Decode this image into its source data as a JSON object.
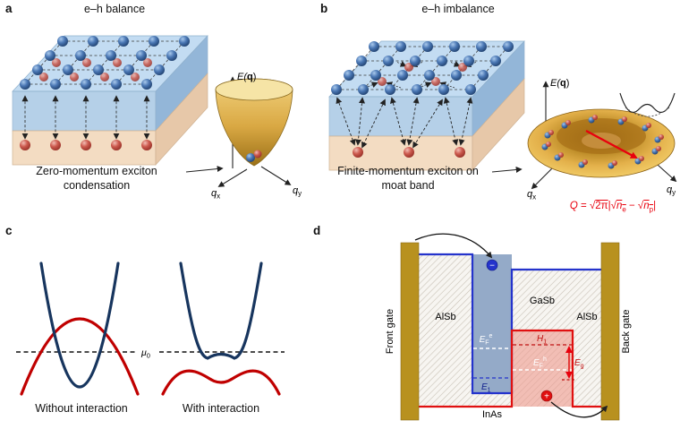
{
  "figure": {
    "panel_a": {
      "label": "a",
      "title": "e–h balance",
      "caption": "Zero-momentum exciton condensation",
      "axis": {
        "E_open": "E(",
        "E_q": "q",
        "E_close": ")",
        "q": "q",
        "x": "x",
        "y": "y"
      }
    },
    "panel_b": {
      "label": "b",
      "title": "e–h imbalance",
      "caption": "Finite-momentum exciton on moat band",
      "axis": {
        "E_open": "E(",
        "E_q": "q",
        "E_close": ")",
        "q": "q",
        "x": "x",
        "y": "y"
      },
      "equation": {
        "Q": "Q",
        "eq": " = ",
        "sqrt": "√",
        "two_pi": "2π",
        "abs": "|",
        "n": "n",
        "e": "e",
        "minus": " − ",
        "p": "p"
      }
    },
    "panel_c": {
      "label": "c",
      "mu": {
        "base": "μ",
        "sub": "0"
      },
      "caption_left": "Without interaction",
      "caption_right": "With interaction"
    },
    "panel_d": {
      "label": "d",
      "front_gate": "Front gate",
      "back_gate": "Back gate",
      "materials": {
        "alsb_left": "AlSb",
        "gasb": "GaSb",
        "alsb_right": "AlSb",
        "inas": "InAs"
      },
      "levels": {
        "efe": {
          "base": "E",
          "sub": "F",
          "sup": "e"
        },
        "e1": {
          "base": "E",
          "sub": "1"
        },
        "h1": {
          "base": "H",
          "sub": "1"
        },
        "efh": {
          "base": "E",
          "sub": "F",
          "sup": "h"
        },
        "eg": {
          "base": "E",
          "sub": "g"
        }
      },
      "charges": {
        "minus": "−",
        "plus": "+"
      }
    },
    "colors": {
      "electron_blue": "#2e5d9e",
      "hole_red": "#c2453a",
      "band_blue": "#17355e",
      "band_red": "#c00000",
      "gate_gold": "#b8911f",
      "moat_gold": "#e8b54a",
      "equation_red": "#e8000d"
    }
  }
}
